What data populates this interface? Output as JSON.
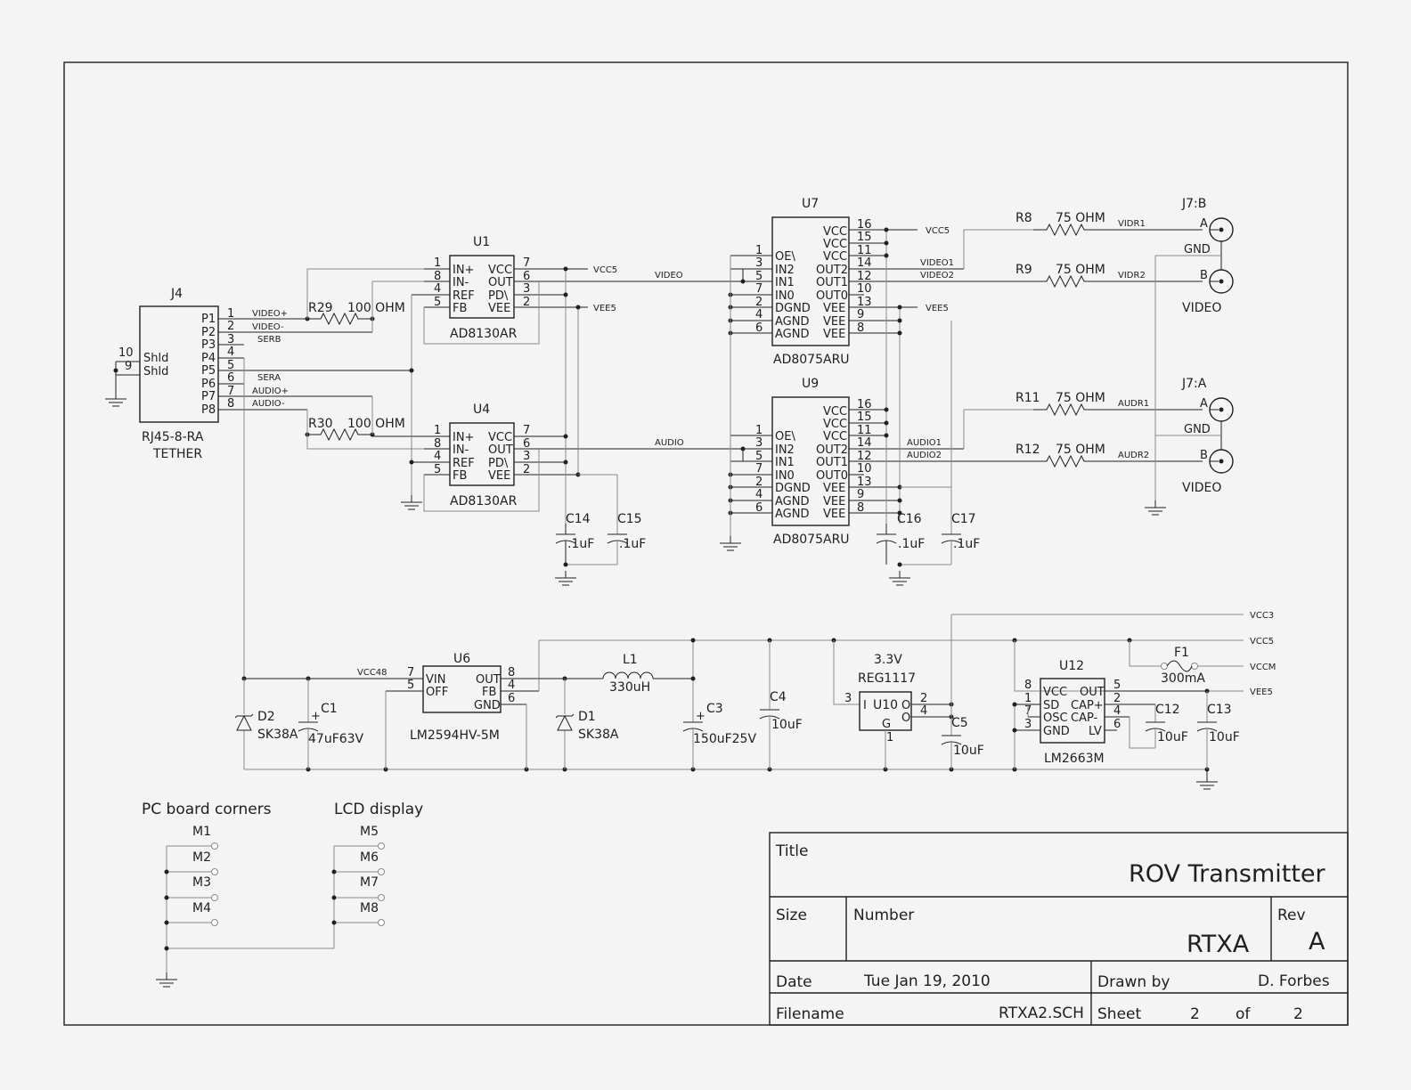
{
  "title_block": {
    "title_label": "Title",
    "title": "ROV Transmitter",
    "size_label": "Size",
    "number_label": "Number",
    "number": "RTXA",
    "rev_label": "Rev",
    "rev": "A",
    "date_label": "Date",
    "date": "Tue Jan 19, 2010",
    "drawn_by_label": "Drawn by",
    "drawn_by": "D. Forbes",
    "filename_label": "Filename",
    "filename": "RTXA2.SCH",
    "sheet_label": "Sheet",
    "sheet": "2",
    "of_label": "of",
    "sheets": "2"
  },
  "j4": {
    "ref": "J4",
    "part": "RJ45-8-RA",
    "desc": "TETHER",
    "pins": [
      "P1",
      "P2",
      "P3",
      "P4",
      "P5",
      "P6",
      "P7",
      "P8"
    ],
    "pin_nums": [
      "1",
      "2",
      "3",
      "4",
      "5",
      "6",
      "7",
      "8"
    ],
    "shield": [
      "Shld",
      "Shld"
    ],
    "shield_pins": [
      "10",
      "9"
    ]
  },
  "nets": {
    "video_p": "VIDEO+",
    "video_n": "VIDEO-",
    "serb": "SERB",
    "sera": "SERA",
    "audio_p": "AUDIO+",
    "audio_n": "AUDIO-",
    "video": "VIDEO",
    "audio": "AUDIO",
    "vcc5": "VCC5",
    "vee5": "VEE5",
    "video1": "VIDEO1",
    "video2": "VIDEO2",
    "audio1": "AUDIO1",
    "audio2": "AUDIO2",
    "vidr1": "VIDR1",
    "vidr2": "VIDR2",
    "audr1": "AUDR1",
    "audr2": "AUDR2",
    "vcc48": "VCC48",
    "vcc3": "VCC3",
    "vccm": "VCCM"
  },
  "resistors": {
    "r29": {
      "ref": "R29",
      "value": "100 OHM"
    },
    "r30": {
      "ref": "R30",
      "value": "100 OHM"
    },
    "r8": {
      "ref": "R8",
      "value": "75 OHM"
    },
    "r9": {
      "ref": "R9",
      "value": "75 OHM"
    },
    "r11": {
      "ref": "R11",
      "value": "75 OHM"
    },
    "r12": {
      "ref": "R12",
      "value": "75 OHM"
    }
  },
  "ad8130": {
    "u1": "U1",
    "u4": "U4",
    "part": "AD8130AR",
    "left": [
      "IN+",
      "IN-",
      "REF",
      "FB"
    ],
    "left_pins": [
      "1",
      "8",
      "4",
      "5"
    ],
    "right": [
      "VCC",
      "OUT",
      "PD\\",
      "VEE"
    ],
    "right_pins": [
      "7",
      "6",
      "3",
      "2"
    ]
  },
  "ad8075": {
    "u7": "U7",
    "u9": "U9",
    "part": "AD8075ARU",
    "left": [
      "OE\\",
      "IN2",
      "IN1",
      "IN0",
      "DGND",
      "AGND",
      "AGND"
    ],
    "left_pins": [
      "1",
      "3",
      "5",
      "7",
      "2",
      "4",
      "6"
    ],
    "right": [
      "VCC",
      "VCC",
      "VCC",
      "OUT2",
      "OUT1",
      "OUT0",
      "VEE",
      "VEE",
      "VEE"
    ],
    "right_pins": [
      "16",
      "15",
      "11",
      "14",
      "12",
      "10",
      "13",
      "9",
      "8"
    ]
  },
  "connectors": {
    "j7b": "J7:B",
    "j7a": "J7:A",
    "label": "VIDEO",
    "pin_a": "A",
    "pin_b": "B",
    "gnd": "GND"
  },
  "caps": {
    "c14": {
      "ref": "C14",
      "value": ".1uF"
    },
    "c15": {
      "ref": "C15",
      "value": ".1uF"
    },
    "c16": {
      "ref": "C16",
      "value": ".1uF"
    },
    "c17": {
      "ref": "C17",
      "value": ".1uF"
    },
    "c1": {
      "ref": "C1",
      "value": "47uF63V"
    },
    "c3": {
      "ref": "C3",
      "value": "150uF25V"
    },
    "c4": {
      "ref": "C4",
      "value": "10uF"
    },
    "c5": {
      "ref": "C5",
      "value": "10uF"
    },
    "c12": {
      "ref": "C12",
      "value": "10uF"
    },
    "c13": {
      "ref": "C13",
      "value": "10uF"
    }
  },
  "power": {
    "d2": {
      "ref": "D2",
      "value": "SK38A"
    },
    "d1": {
      "ref": "D1",
      "value": "SK38A"
    },
    "u6": {
      "ref": "U6",
      "part": "LM2594HV-5M",
      "left": [
        "VIN",
        "OFF"
      ],
      "left_pins": [
        "7",
        "5"
      ],
      "right": [
        "OUT",
        "FB",
        "GND"
      ],
      "right_pins": [
        "8",
        "4",
        "6"
      ]
    },
    "l1": {
      "ref": "L1",
      "value": "330uH"
    },
    "u10": {
      "ref": "U10",
      "part": "REG1117",
      "voltage": "3.3V",
      "pin_i": "I",
      "pin_o": "O",
      "pin_o2": "O",
      "pin_g": "G",
      "pins": [
        "3",
        "2",
        "4",
        "1"
      ]
    },
    "u12": {
      "ref": "U12",
      "part": "LM2663M",
      "left": [
        "VCC",
        "SD",
        "OSC",
        "GND"
      ],
      "left_pins": [
        "8",
        "1",
        "7",
        "3"
      ],
      "right": [
        "OUT",
        "CAP+",
        "CAP-",
        "LV"
      ],
      "right_pins": [
        "5",
        "2",
        "4",
        "6"
      ]
    },
    "f1": {
      "ref": "F1",
      "value": "300mA"
    }
  },
  "mounting": {
    "pc_label": "PC board corners",
    "lcd_label": "LCD display",
    "pc": [
      "M1",
      "M2",
      "M3",
      "M4"
    ],
    "lcd": [
      "M5",
      "M6",
      "M7",
      "M8"
    ]
  }
}
